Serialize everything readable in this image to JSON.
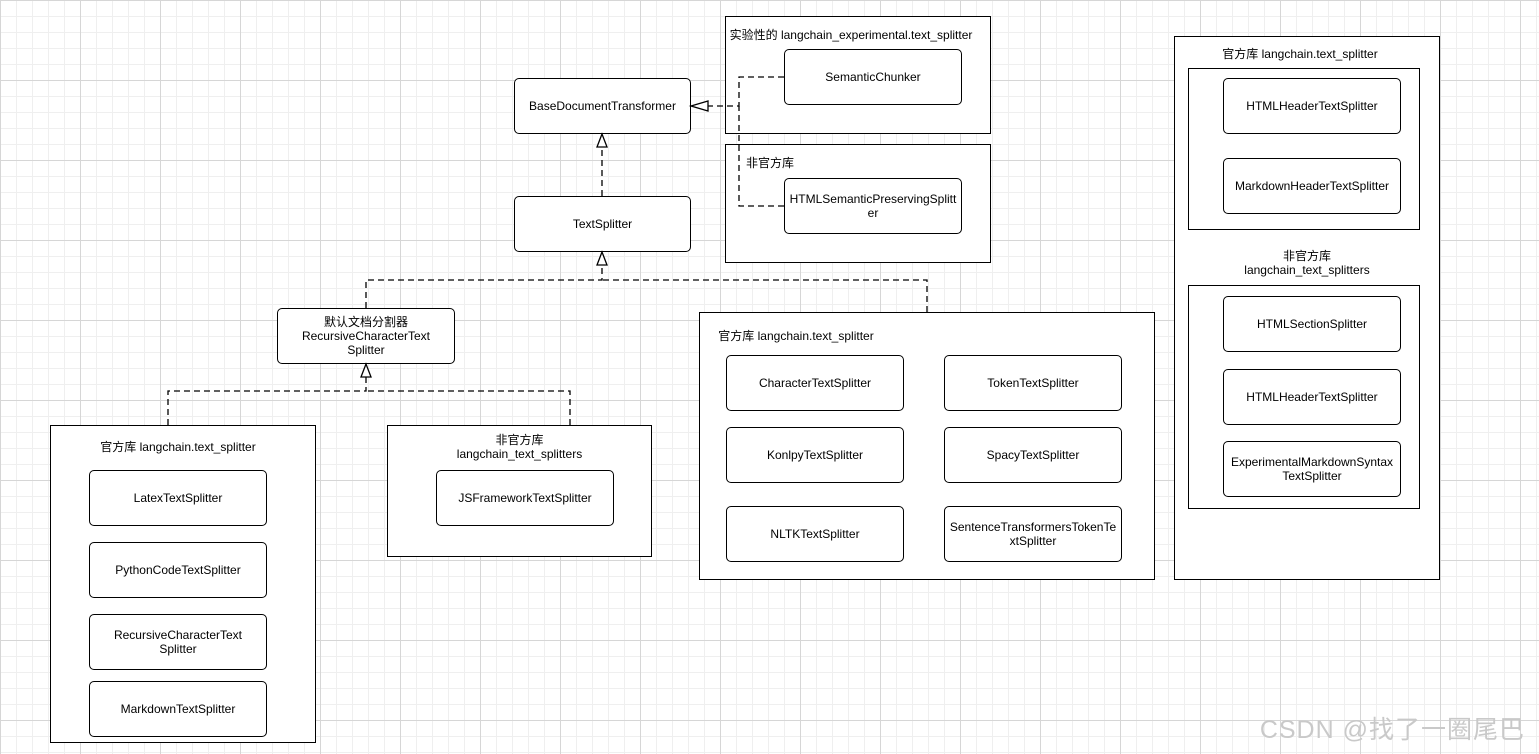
{
  "nodes": {
    "base_document_transformer": "BaseDocumentTransformer",
    "text_splitter": "TextSplitter",
    "recursive_default": "默认文档分割器\nRecursiveCharacterText\nSplitter"
  },
  "experimental": {
    "title": "实验性的 langchain_experimental.text_splitter",
    "semantic_chunker": "SemanticChunker"
  },
  "unofficial_top": {
    "title": "非官方库",
    "html_semantic_preserving": "HTMLSemanticPreservingSplitter"
  },
  "official_middle": {
    "title": "官方库 langchain.text_splitter",
    "items": [
      "CharacterTextSplitter",
      "TokenTextSplitter",
      "KonlpyTextSplitter",
      "SpacyTextSplitter",
      "NLTKTextSplitter",
      "SentenceTransformersTokenTextSplitter"
    ]
  },
  "official_left": {
    "title": "官方库 langchain.text_splitter",
    "items": [
      "LatexTextSplitter",
      "PythonCodeTextSplitter",
      "RecursiveCharacterText\nSplitter",
      "MarkdownTextSplitter"
    ]
  },
  "unofficial_left": {
    "title": "非官方库\nlangchain_text_splitters",
    "items": [
      "JSFrameworkTextSplitter"
    ]
  },
  "right_panel": {
    "official_title": "官方库 langchain.text_splitter",
    "official_items": [
      "HTMLHeaderTextSplitter",
      "MarkdownHeaderTextSplitter"
    ],
    "unofficial_title": "非官方库\nlangchain_text_splitters",
    "unofficial_items": [
      "HTMLSectionSplitter",
      "HTMLHeaderTextSplitter",
      "ExperimentalMarkdownSyntaxTextSplitter"
    ]
  },
  "watermark": "CSDN @找了一圈尾巴"
}
